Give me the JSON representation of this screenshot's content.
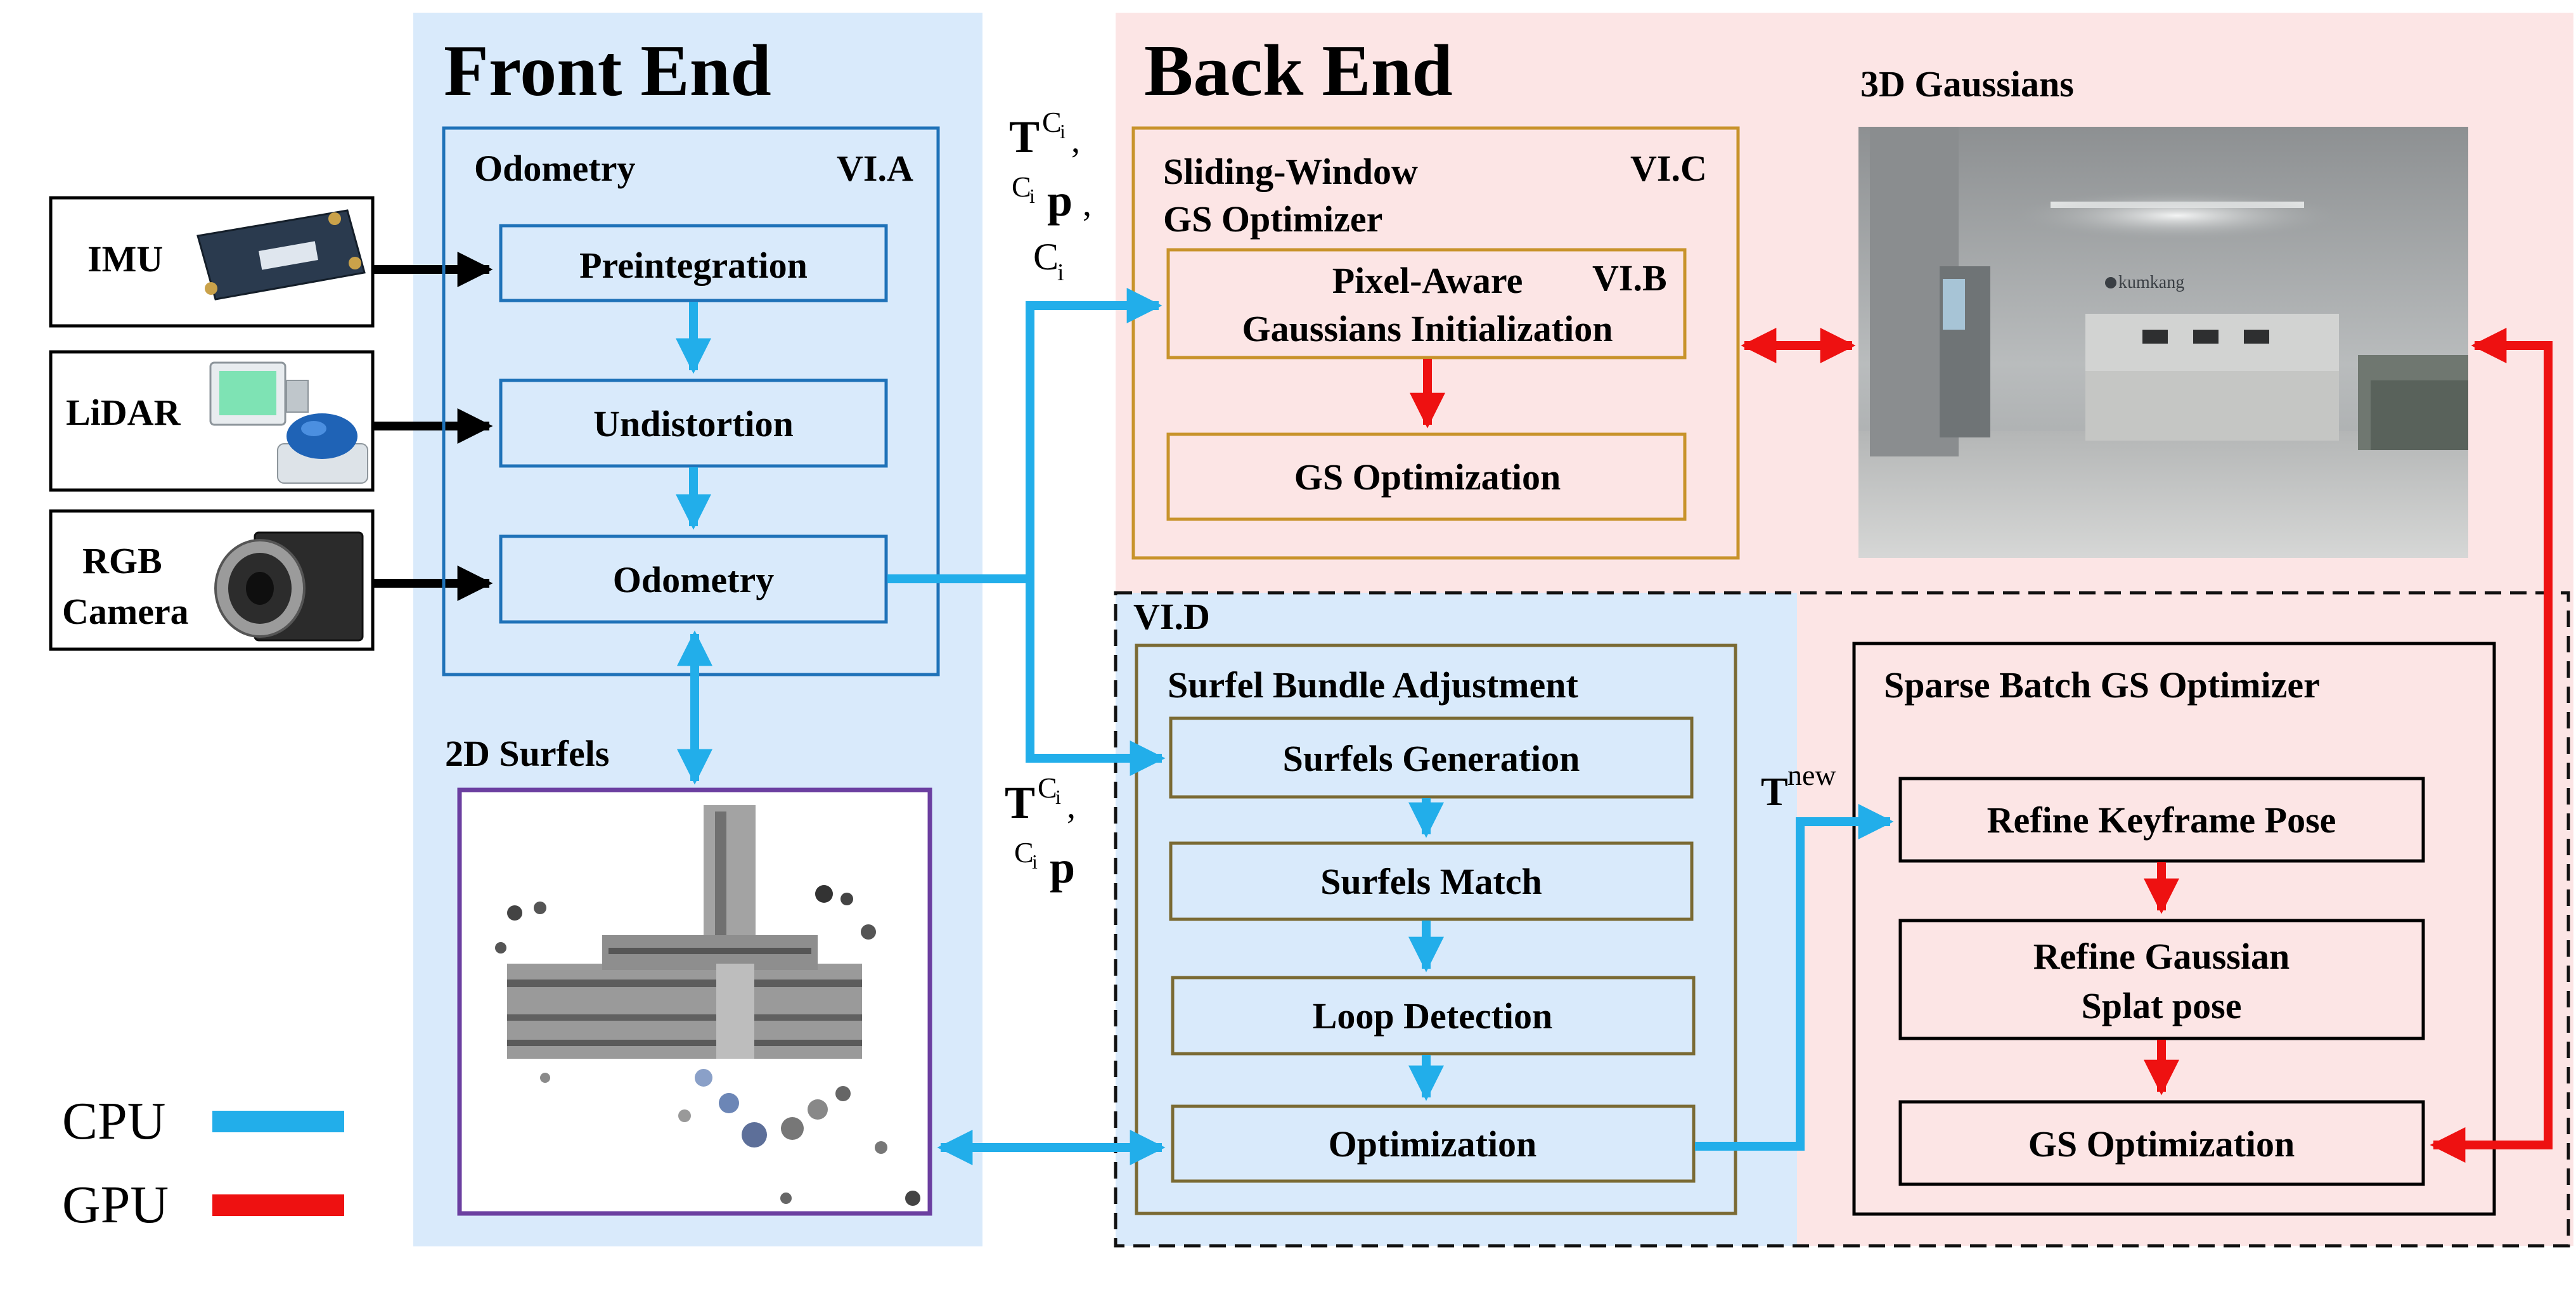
{
  "sections": {
    "front_end": "Front End",
    "back_end": "Back End",
    "gaussians_3d": "3D Gaussians",
    "surfels_2d": "2D Surfels",
    "vi_d": "VI.D"
  },
  "sensors": {
    "imu": "IMU",
    "lidar": "LiDAR",
    "rgb_line1": "RGB",
    "rgb_line2": "Camera"
  },
  "odometry": {
    "title": "Odometry",
    "ref": "VI.A",
    "preintegration": "Preintegration",
    "undistortion": "Undistortion",
    "odometry_box": "Odometry"
  },
  "sliding_window": {
    "title_line1": "Sliding-Window",
    "title_line2": "GS Optimizer",
    "ref": "VI.C",
    "pixel_aware_line1": "Pixel-Aware",
    "pixel_aware_line2": "Gaussians Initialization",
    "pixel_aware_ref": "VI.B",
    "gs_optimization": "GS Optimization"
  },
  "surfel_ba": {
    "title": "Surfel Bundle Adjustment",
    "generation": "Surfels Generation",
    "match": "Surfels Match",
    "loop": "Loop Detection",
    "optimization": "Optimization"
  },
  "sparse_batch": {
    "title": "Sparse Batch GS Optimizer",
    "refine_keyframe": "Refine Keyframe Pose",
    "refine_gaussian_line1": "Refine Gaussian",
    "refine_gaussian_line2": "Splat pose",
    "gs_optimization": "GS Optimization"
  },
  "math": {
    "T": "T",
    "C": "C",
    "i": "i",
    "p": "p",
    "comma": ",",
    "new": "new"
  },
  "scene": {
    "logo_text": "kumkang"
  },
  "legend": {
    "cpu": "CPU",
    "gpu": "GPU"
  },
  "colors": {
    "cpu_arrow": "#22aeea",
    "gpu_arrow": "#ee1111",
    "front_end_bg": "#d9eafb",
    "back_end_bg": "#fce5e5",
    "box_blue": "#1f72b8",
    "box_gold": "#c8932b",
    "box_olive": "#7a6a33",
    "surfel_frame": "#6b3fa0"
  }
}
